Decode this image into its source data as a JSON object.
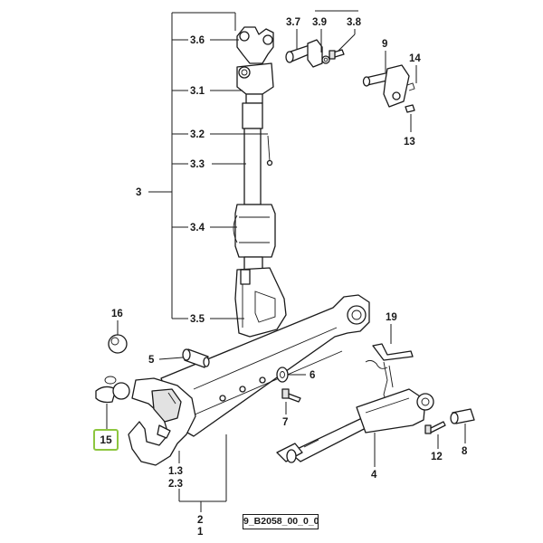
{
  "diagram": {
    "reference_code": "9_B2058_00_0_0",
    "highlighted_callout": "15",
    "highlight_color": "#8dc63f",
    "callouts": {
      "c3_6": "3.6",
      "c3_7": "3.7",
      "c3_9": "3.9",
      "c3_8": "3.8",
      "c9": "9",
      "c14": "14",
      "c13": "13",
      "c3_1": "3.1",
      "c3_2": "3.2",
      "c3_3": "3.3",
      "c3": "3",
      "c3_4": "3.4",
      "c3_5": "3.5",
      "c16": "16",
      "c19": "19",
      "c5": "5",
      "c6": "6",
      "c7": "7",
      "c1_3": "1.3",
      "c2_3": "2.3",
      "c2": "2",
      "c1": "1",
      "c4": "4",
      "c12": "12",
      "c8": "8"
    }
  }
}
